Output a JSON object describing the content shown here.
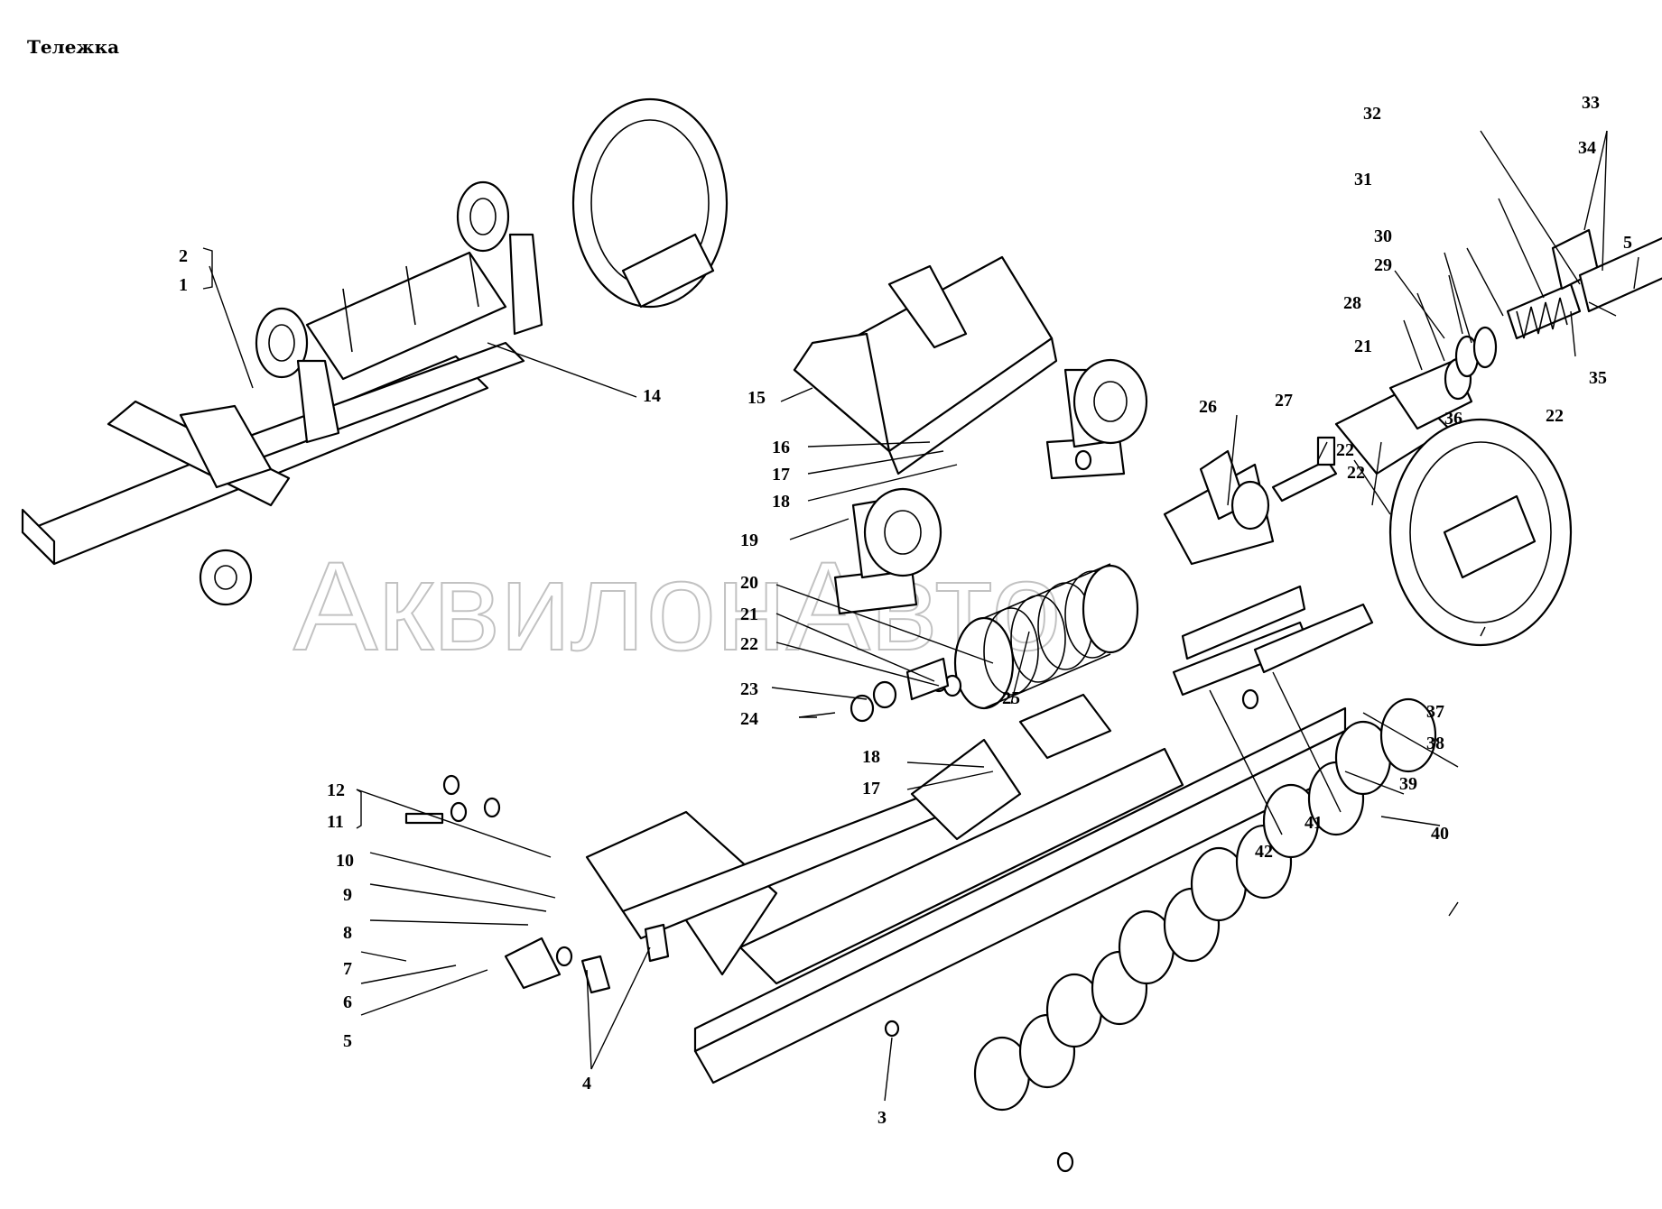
{
  "title": "Тележка",
  "watermark": "АквилонАвто",
  "callouts": [
    "1",
    "2",
    "3",
    "4",
    "5",
    "5",
    "6",
    "7",
    "8",
    "9",
    "10",
    "11",
    "12",
    "14",
    "15",
    "16",
    "17",
    "17",
    "18",
    "18",
    "19",
    "20",
    "21",
    "21",
    "22",
    "22",
    "22",
    "22",
    "23",
    "24",
    "25",
    "26",
    "27",
    "28",
    "29",
    "30",
    "31",
    "32",
    "33",
    "34",
    "35",
    "36",
    "37",
    "38",
    "39",
    "40",
    "41",
    "42"
  ]
}
